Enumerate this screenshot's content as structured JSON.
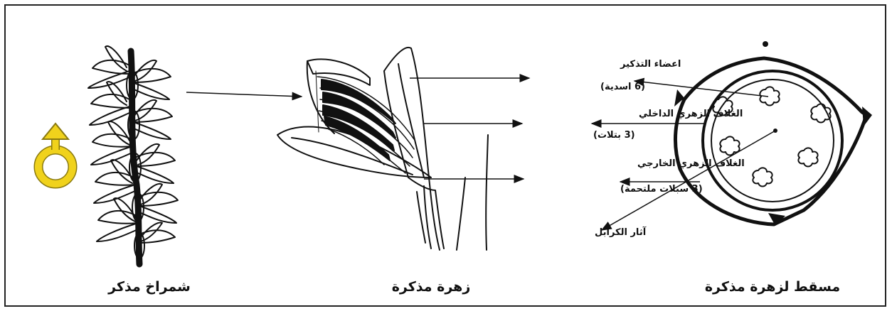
{
  "captions": {
    "spike": "شمراخ مذكر",
    "flower": "زهرة مذكرة",
    "projection": "مسقط لزهرة مذكرة"
  },
  "labels": {
    "stamens_title": "اعضاء التذكير",
    "stamens_detail": "(6 اسدية)",
    "inner_title": "الغلاف الزهري الداخلي",
    "inner_detail": "(3 بتلات)",
    "outer_title": "الغلاف الزهري الخارجي",
    "outer_detail": "(3 سبلات ملتحمة)",
    "carpel_traces": "آثار الكرابل"
  },
  "symbol": {
    "name": "male-symbol-icon",
    "color": "#f0d21c",
    "stroke": "#8a7a10"
  },
  "colors": {
    "ink": "#111111",
    "frame": "#222222",
    "background": "#ffffff"
  }
}
